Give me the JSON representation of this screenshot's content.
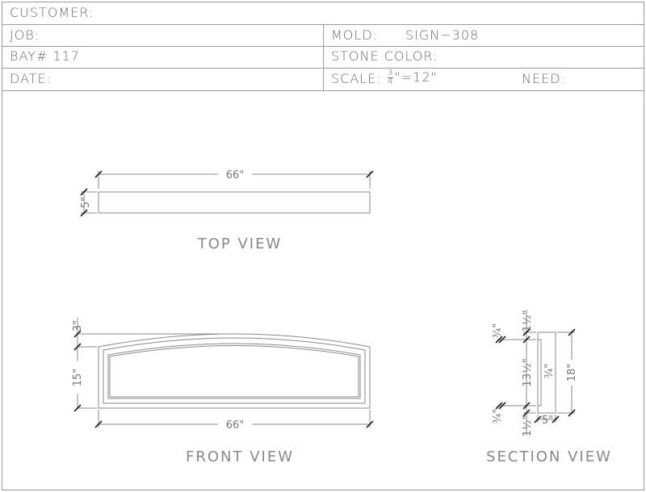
{
  "title_block": {
    "customer": "CUSTOMER:",
    "job": "JOB:",
    "bay": "BAY# 117",
    "date": "DATE:",
    "mold_label": "MOLD:",
    "mold_value": "SIGN−308",
    "stone_color": "STONE COLOR:",
    "scale_label": "SCALE:",
    "scale_num": "3",
    "scale_den": "4",
    "scale_rest": "\"=12\"",
    "need": "NEED:"
  },
  "views": {
    "top": {
      "label": "TOP VIEW",
      "width_dim": "66\"",
      "height_dim": "5\""
    },
    "front": {
      "label": "FRONT VIEW",
      "width_dim": "66\"",
      "height_dim": "15\"",
      "arch_dim": "3\""
    },
    "section": {
      "label": "SECTION VIEW",
      "overall_height": "18\"",
      "depth": "5\"",
      "top_lip": "1½\"",
      "bottom_lip": "1½\"",
      "recess_top": "¾\"",
      "recess_bottom": "¾\"",
      "panel_height": "13½\"",
      "panel_depth": "¾\""
    }
  }
}
